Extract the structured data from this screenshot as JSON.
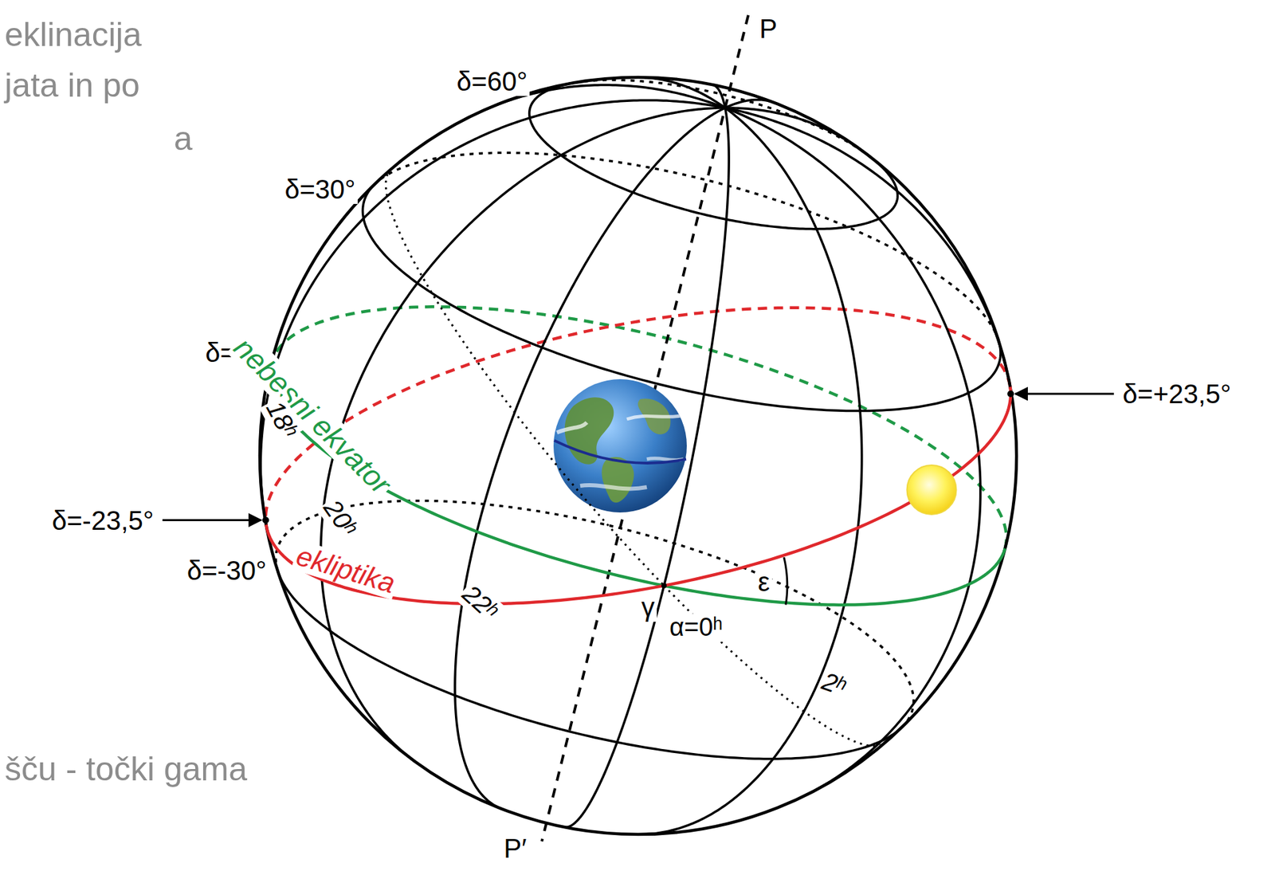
{
  "diagram": {
    "labels": [
      "eklinacija",
      "jata in po",
      "a",
      "δ=60°",
      "P",
      "δ=30°",
      "δ=0°",
      "nebesni ekvator",
      "δ=+23,5°",
      "18ʰ",
      "δ=-23,5°",
      "20ʰ",
      "δ=-30°",
      "ekliptika",
      "22ʰ",
      "γ",
      "α=0ʰ",
      "ε",
      "2ʰ",
      "šču - točki gama",
      "P′"
    ]
  }
}
